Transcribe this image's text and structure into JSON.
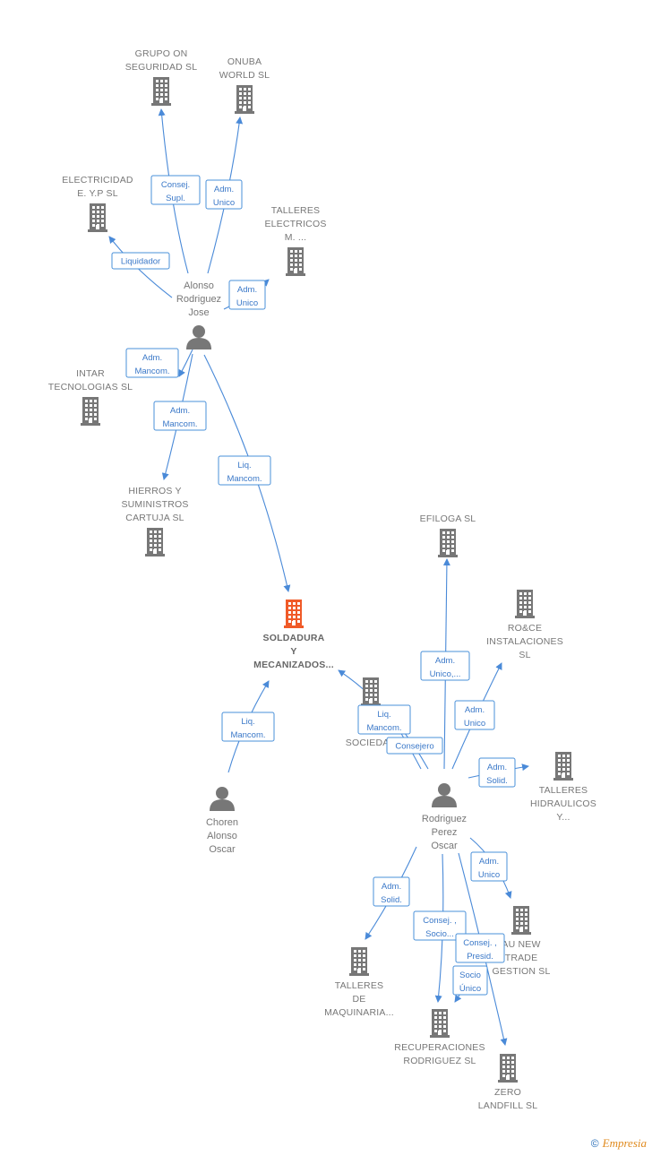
{
  "colors": {
    "edge": "#4a8ad8",
    "building": "#777777",
    "main_building": "#f05a28",
    "person": "#777777"
  },
  "nodes": [
    {
      "id": "grupo_on",
      "type": "company",
      "lines": [
        "GRUPO ON",
        "SEGURIDAD SL"
      ]
    },
    {
      "id": "onuba",
      "type": "company",
      "lines": [
        "ONUBA",
        "WORLD  SL"
      ]
    },
    {
      "id": "electricidad",
      "type": "company",
      "lines": [
        "ELECTRICIDAD",
        "E. Y.P SL"
      ]
    },
    {
      "id": "talleres_electricos",
      "type": "company",
      "lines": [
        "TALLERES",
        "ELECTRICOS",
        "M. ..."
      ]
    },
    {
      "id": "alonso",
      "type": "person",
      "lines": [
        "Alonso",
        "Rodriguez",
        "Jose"
      ]
    },
    {
      "id": "intar",
      "type": "company",
      "lines": [
        "INTAR",
        "TECNOLOGIAS SL"
      ]
    },
    {
      "id": "hierros",
      "type": "company",
      "lines": [
        "HIERROS Y",
        "SUMINISTROS",
        "CARTUJA SL"
      ]
    },
    {
      "id": "soldadura",
      "type": "main",
      "lines": [
        "SOLDADURA",
        "Y",
        "MECANIZADOS..."
      ]
    },
    {
      "id": "efiloga",
      "type": "company",
      "lines": [
        "EFILOGA SL"
      ]
    },
    {
      "id": "roce",
      "type": "company",
      "lines": [
        "RO&CE",
        "INSTALACIONES",
        "SL"
      ]
    },
    {
      "id": "soc",
      "type": "company",
      "lines": [
        "S",
        "E",
        "SOCIEDAD"
      ]
    },
    {
      "id": "talleres_hidraulicos",
      "type": "company",
      "lines": [
        "TALLERES",
        "HIDRAULICOS",
        "Y..."
      ]
    },
    {
      "id": "choren",
      "type": "person",
      "lines": [
        "Choren",
        "Alonso",
        "Oscar"
      ]
    },
    {
      "id": "rodriguez",
      "type": "person",
      "lines": [
        "Rodriguez",
        "Perez",
        "Oscar"
      ]
    },
    {
      "id": "au_new",
      "type": "company",
      "lines": [
        "AU NEW",
        "TRADE",
        "GESTION  SL"
      ]
    },
    {
      "id": "talleres_maquinaria",
      "type": "company",
      "lines": [
        "TALLERES",
        "DE",
        "MAQUINARIA..."
      ]
    },
    {
      "id": "recuperaciones",
      "type": "company",
      "lines": [
        "RECUPERACIONES",
        "RODRIGUEZ SL"
      ]
    },
    {
      "id": "zero",
      "type": "company",
      "lines": [
        "ZERO",
        "LANDFILL  SL"
      ]
    }
  ],
  "edges": [
    {
      "from": "alonso",
      "to": "grupo_on",
      "label": [
        "Consej.",
        "Supl."
      ]
    },
    {
      "from": "alonso",
      "to": "onuba",
      "label": [
        "Adm.",
        "Unico"
      ]
    },
    {
      "from": "alonso",
      "to": "electricidad",
      "label": [
        "Liquidador"
      ]
    },
    {
      "from": "alonso",
      "to": "talleres_electricos",
      "label": [
        "Adm.",
        "Unico"
      ]
    },
    {
      "from": "alonso",
      "to": "intar",
      "label": [
        "Adm.",
        "Mancom."
      ]
    },
    {
      "from": "alonso",
      "to": "hierros",
      "label": [
        "Adm.",
        "Mancom."
      ]
    },
    {
      "from": "alonso",
      "to": "soldadura",
      "label": [
        "Liq.",
        "Mancom."
      ]
    },
    {
      "from": "choren",
      "to": "soldadura",
      "label": [
        "Liq.",
        "Mancom."
      ]
    },
    {
      "from": "rodriguez",
      "to": "soldadura",
      "label": [
        "Liq.",
        "Mancom."
      ]
    },
    {
      "from": "rodriguez",
      "to": "soc",
      "label": [
        "Consejero"
      ]
    },
    {
      "from": "rodriguez",
      "to": "efiloga",
      "label": [
        "Adm.",
        "Unico,..."
      ]
    },
    {
      "from": "rodriguez",
      "to": "roce",
      "label": [
        "Adm.",
        "Unico"
      ]
    },
    {
      "from": "rodriguez",
      "to": "talleres_hidraulicos",
      "label": [
        "Adm.",
        "Solid."
      ]
    },
    {
      "from": "rodriguez",
      "to": "au_new",
      "label": [
        "Adm.",
        "Unico"
      ]
    },
    {
      "from": "rodriguez",
      "to": "talleres_maquinaria",
      "label": [
        "Adm.",
        "Solid."
      ]
    },
    {
      "from": "rodriguez",
      "to": "recuperaciones",
      "label": [
        "Consej. ,",
        "Socio..."
      ]
    },
    {
      "from": "rodriguez",
      "to": "zero",
      "label": [
        "Consej. ,",
        "Presid."
      ]
    },
    {
      "from": "rodriguez",
      "to": "recuperaciones",
      "label": [
        "Socio",
        "Único"
      ]
    }
  ],
  "footer": {
    "copyright": "©",
    "brand": "Empresia"
  }
}
